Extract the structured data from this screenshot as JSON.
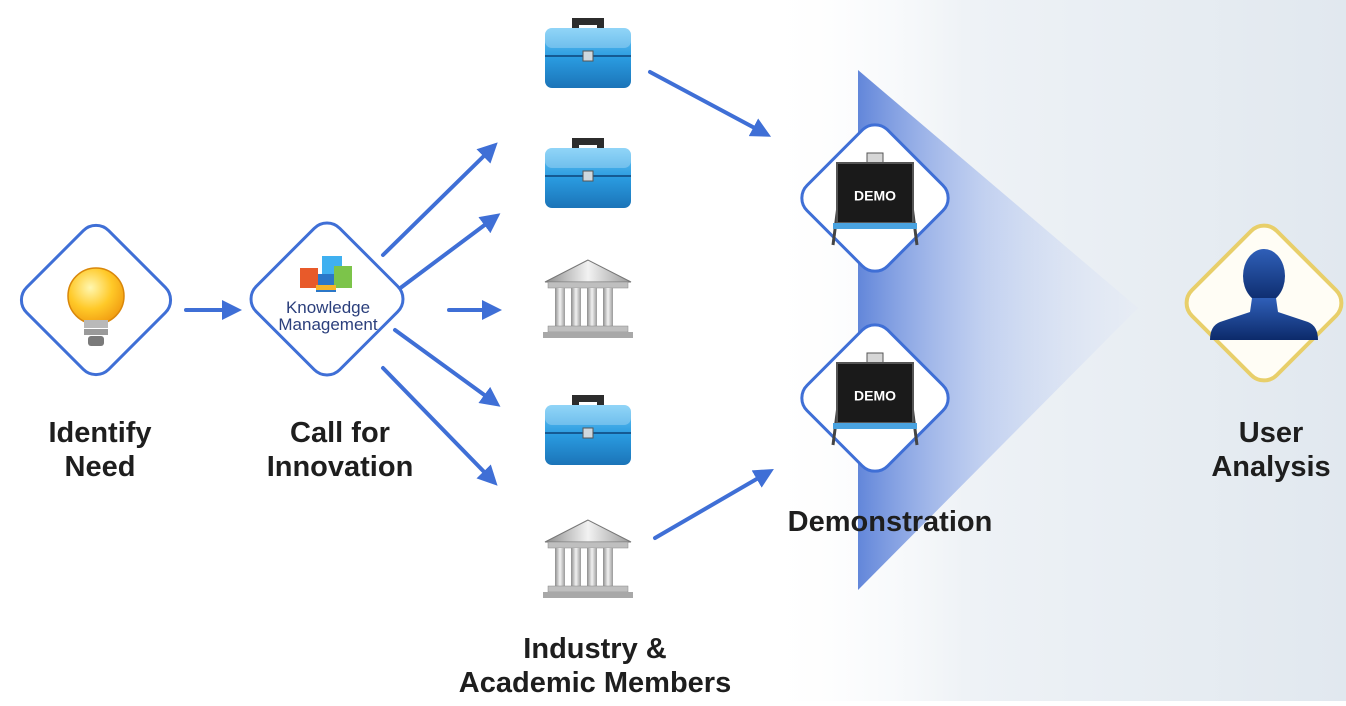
{
  "stages": {
    "identify_need": {
      "line1": "Identify",
      "line2": "Need"
    },
    "call_for_innovation": {
      "line1": "Call for",
      "line2": "Innovation"
    },
    "members": {
      "line1": "Industry &",
      "line2": "Academic Members"
    },
    "demonstration": {
      "label": "Demonstration"
    },
    "user_analysis": {
      "line1": "User",
      "line2": "Analysis"
    }
  },
  "knowledge_management": {
    "line1": "Knowledge",
    "line2": "Management"
  },
  "demo_boards": [
    {
      "text": "DEMO"
    },
    {
      "text": "DEMO"
    }
  ],
  "member_icons": [
    "briefcase-icon",
    "briefcase-icon",
    "institution-icon",
    "briefcase-icon",
    "institution-icon"
  ],
  "colors": {
    "arrow": "#3f6fd6",
    "diamond_border": "#3f6fd6",
    "user_diamond_border": "#e8cf6a",
    "funnel": "#7f9fe0",
    "briefcase": "#2a9be0",
    "label_text": "#1e1e1e"
  }
}
